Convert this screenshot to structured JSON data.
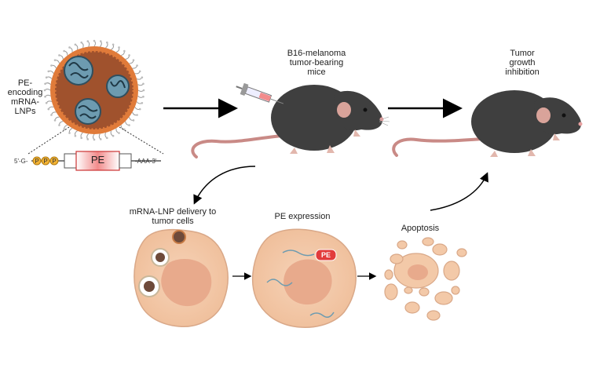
{
  "labels": {
    "lnp": "PE-\nencoding\nmRNA-\nLNPs",
    "mice": "B16-melanoma\ntumor-bearing\nmice",
    "inhibition": "Tumor\ngrowth\ninhibition",
    "delivery": "mRNA-LNP delivery to\ntumor cells",
    "expression": "PE expression",
    "apoptosis": "Apoptosis"
  },
  "construct": {
    "five_prime": "5'-G-",
    "cap": [
      "P",
      "P",
      "P"
    ],
    "gene": "PE",
    "three_prime": "-AAA-3'"
  },
  "pe_tag": "PE",
  "colors": {
    "lnp_shell": "#d2691e",
    "lnp_core": "#8b4513",
    "mrna_blob": "#5f8fa3",
    "mouse": "#3d3d3d",
    "mouse_ear": "#d9a39a",
    "tail": "#c98a86",
    "cell": "#f3c9a8",
    "nucleus": "#e8aa8c",
    "pe_box": "#e23b3b",
    "cap_dot": "#f2b233"
  }
}
